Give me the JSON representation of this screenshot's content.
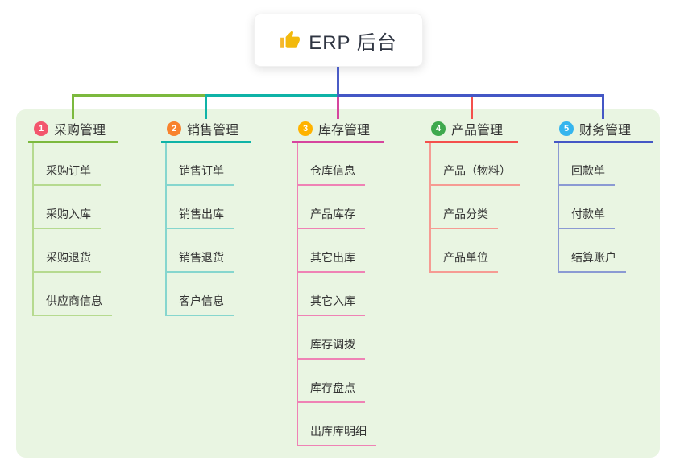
{
  "root": {
    "title": "ERP 后台",
    "icon": "thumbs-up-icon",
    "icon_color": "#f2b90d"
  },
  "colors": {
    "page_background": "#ffffff",
    "panel_background": "#e9f5e2",
    "trunk": "#4a5cc6",
    "text": "#333333",
    "root_text": "#2f3542"
  },
  "branches": [
    {
      "badge": "1",
      "badge_color": "#f3566d",
      "title": "采购管理",
      "line_color": "#7cb93e",
      "child_line_color": "#b6da8f",
      "children": [
        "采购订单",
        "采购入库",
        "采购退货",
        "供应商信息"
      ]
    },
    {
      "badge": "2",
      "badge_color": "#f8832d",
      "title": "销售管理",
      "line_color": "#0fb3a7",
      "child_line_color": "#86d6ce",
      "children": [
        "销售订单",
        "销售出库",
        "销售退货",
        "客户信息"
      ]
    },
    {
      "badge": "3",
      "badge_color": "#ffb300",
      "title": "库存管理",
      "line_color": "#d6459e",
      "child_line_color": "#ef82b5",
      "children": [
        "仓库信息",
        "产品库存",
        "其它出库",
        "其它入库",
        "库存调拨",
        "库存盘点",
        "出库库明细"
      ]
    },
    {
      "badge": "4",
      "badge_color": "#3fa94e",
      "title": "产品管理",
      "line_color": "#f4504c",
      "child_line_color": "#f69b93",
      "children": [
        "产品（物料）",
        "产品分类",
        "产品单位"
      ]
    },
    {
      "badge": "5",
      "badge_color": "#35b5ee",
      "title": "财务管理",
      "line_color": "#4457c5",
      "child_line_color": "#8b9ad3",
      "children": [
        "回款单",
        "付款单",
        "结算账户"
      ]
    }
  ]
}
